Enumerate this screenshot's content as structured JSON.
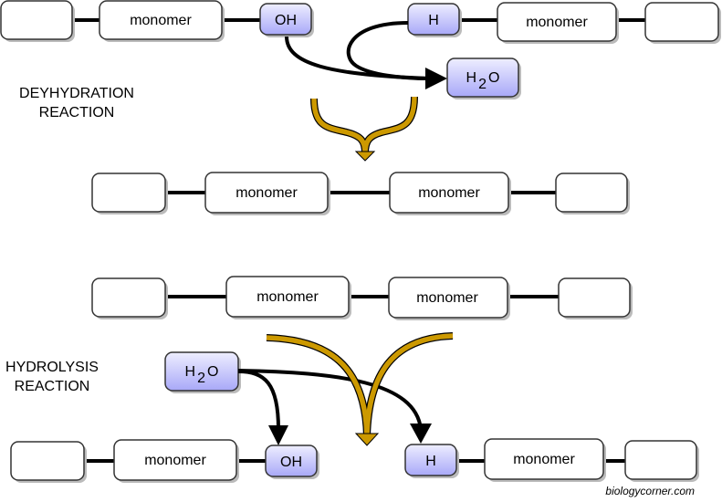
{
  "title": "Dehydration and Hydrolysis Reactions",
  "labels": {
    "dehydration": [
      "DEYHYDRATION",
      "REACTION"
    ],
    "hydrolysis": [
      "HYDROLYSIS",
      "REACTION"
    ]
  },
  "box_text": {
    "monomer": "monomer",
    "hydroxyl": "OH",
    "hydrogen": "H",
    "water_h": "H",
    "water_sub": "2",
    "water_o": "O"
  },
  "colors": {
    "box_fill": "#ffffff",
    "group_fill_top": "#eeeeff",
    "group_fill_bottom": "#a8a8f8",
    "stroke": "#333333",
    "bond": "#000000",
    "gold_arrow": "#cc9900",
    "shadow": "#bbbbbb"
  },
  "credit": "biologycorner.com"
}
